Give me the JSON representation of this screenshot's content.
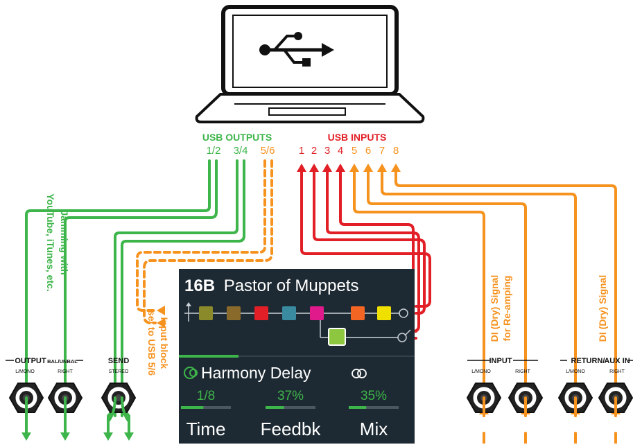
{
  "colors": {
    "green": "#3db54a",
    "orange": "#f6921e",
    "red": "#e21f26",
    "black": "#111111",
    "screen_bg": "#1e2a33",
    "screen_line": "#c9d1d6"
  },
  "icons": [
    "usb-icon",
    "laptop-icon",
    "quarter-inch-jack-icon",
    "arrow-icon",
    "stereo-link-icon",
    "usb-small-icon",
    "split-merge-icon"
  ],
  "usb_outputs": {
    "title": "USB OUTPUTS",
    "pairs": [
      "1/2",
      "3/4",
      "5/6"
    ]
  },
  "usb_inputs": {
    "title": "USB INPUTS",
    "numbers": [
      "1",
      "2",
      "3",
      "4",
      "5",
      "6",
      "7",
      "8"
    ]
  },
  "labels": {
    "jamming": [
      "Jamming with",
      "YouTube, iTunes, etc."
    ],
    "input_block": [
      "Input block",
      "set to USB 5/6"
    ],
    "di_reamp": [
      "DI (Dry) Signal",
      "for Re-amping"
    ],
    "di_signal": "DI (Dry) Signal"
  },
  "jacks": {
    "output": {
      "title": "OUTPUT",
      "left": "L/MONO",
      "sub": "BAL/UNBAL",
      "right": "RIGHT"
    },
    "send": {
      "title": "SEND",
      "sub": "STEREO"
    },
    "input": {
      "title": "INPUT",
      "left": "L/MONO",
      "right": "RIGHT"
    },
    "return": {
      "title": "RETURN/",
      "title2": "AUX IN",
      "left": "L/MONO",
      "right": "RIGHT"
    }
  },
  "screen": {
    "preset_number": "16B",
    "preset_name": "Pastor of Muppets",
    "block_name": "Harmony Delay",
    "params": [
      {
        "value": "1/8",
        "label": "Time",
        "level": 0.45
      },
      {
        "value": "37%",
        "label": "Feedbk",
        "level": 0.37
      },
      {
        "value": "35%",
        "label": "Mix",
        "level": 0.35
      }
    ],
    "blocks": [
      "#8a8a2a",
      "#8a6a2a",
      "#e21f26",
      "#3a8aa0",
      "#e01a8a",
      "#f26522",
      "#f0e000",
      "#8dc63f"
    ]
  }
}
